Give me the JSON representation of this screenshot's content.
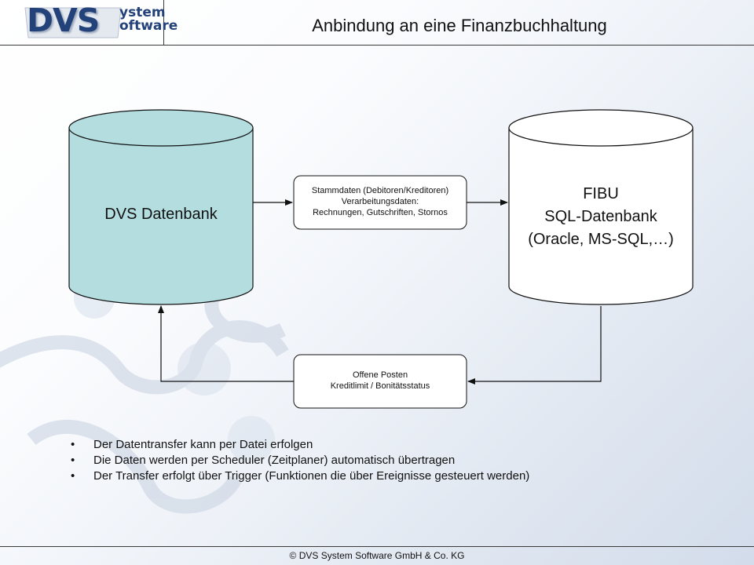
{
  "logo": {
    "main": "DVS",
    "small_top": "ystem",
    "small_bottom": "oftware"
  },
  "title": "Anbindung an eine Finanzbuchhaltung",
  "diagram": {
    "left_db": {
      "label": "DVS Datenbank",
      "fill": "#b4dde0"
    },
    "right_db": {
      "lines": [
        "FIBU",
        "SQL-Datenbank",
        "(Oracle, MS-SQL,…)"
      ],
      "fill": "#ffffff"
    },
    "top_box": {
      "lines": [
        "Stammdaten (Debitoren/Kreditoren)",
        "Verarbeitungsdaten:",
        "Rechnungen, Gutschriften, Stornos"
      ]
    },
    "bottom_box": {
      "lines": [
        "Offene Posten",
        "Kreditlimit / Bonitätsstatus"
      ]
    }
  },
  "bullets": {
    "marker": "•",
    "items": [
      "Der Datentransfer kann per Datei erfolgen",
      "Die Daten werden per Scheduler (Zeitplaner) automatisch übertragen",
      "Der Transfer erfolgt über Trigger (Funktionen die über Ereignisse gesteuert werden)"
    ]
  },
  "footer": "© DVS System Software GmbH & Co. KG",
  "colors": {
    "accent": "#24427a",
    "line": "#111111"
  }
}
